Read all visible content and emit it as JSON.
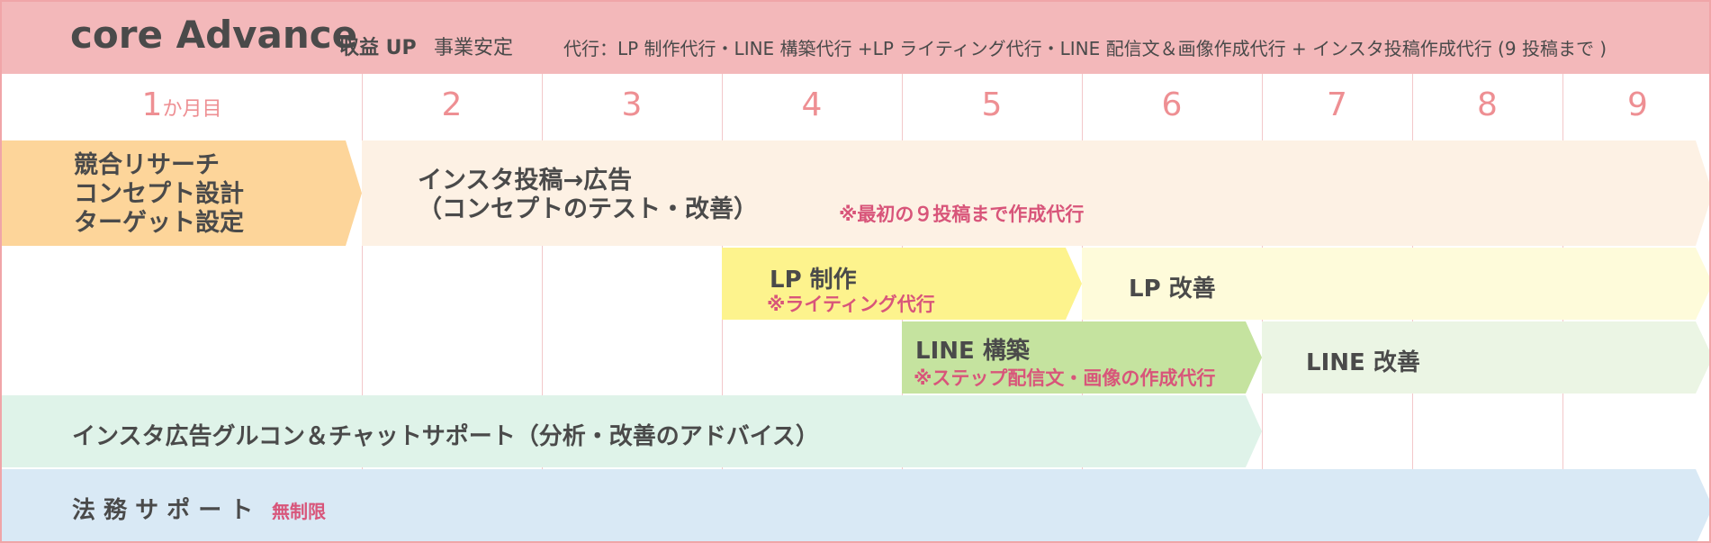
{
  "header": {
    "brand": "core Advance",
    "sub1": "収益 UP",
    "sub2": "事業安定",
    "agency": "代行：LP 制作代行・LINE 構築代行 +LP ライティング代行・LINE 配信文＆画像作成代行 + インスタ投稿作成代行 (9 投稿まで )"
  },
  "months": [
    {
      "num": "1",
      "unit": "か月目"
    },
    {
      "num": "2",
      "unit": ""
    },
    {
      "num": "3",
      "unit": ""
    },
    {
      "num": "4",
      "unit": ""
    },
    {
      "num": "5",
      "unit": ""
    },
    {
      "num": "6",
      "unit": ""
    },
    {
      "num": "7",
      "unit": ""
    },
    {
      "num": "8",
      "unit": ""
    },
    {
      "num": "9",
      "unit": ""
    }
  ],
  "tasks": {
    "research": {
      "line1": "競合リサーチ",
      "line2": "コンセプト設計",
      "line3": "ターゲット設定"
    },
    "insta_post": {
      "line1": "インスタ投稿→広告",
      "line2": "（コンセプトのテスト・改善）",
      "note": "※最初の９投稿まで作成代行"
    },
    "lp_make": {
      "label": "LP 制作",
      "note": "※ライティング代行"
    },
    "lp_improve": {
      "label": "LP 改善"
    },
    "line_build": {
      "label": "LINE 構築",
      "note": "※ステップ配信文・画像の作成代行"
    },
    "line_improve": {
      "label": "LINE 改善"
    },
    "insta_support": {
      "label": "インスタ広告グルコン＆チャットサポート（分析・改善のアドバイス）"
    },
    "legal": {
      "label": "法 務 サ ポ ー ト",
      "note": "無制限"
    }
  },
  "colors": {
    "header": "#f3b8ba",
    "research": "#fdd59a",
    "insta_post": "#fdf1e4",
    "lp_make": "#fdf38d",
    "lp_improve": "#fefbda",
    "line_build": "#c5e39f",
    "line_improve": "#ebf5e4",
    "insta_support": "#dff3e9",
    "legal": "#d9e9f5"
  }
}
